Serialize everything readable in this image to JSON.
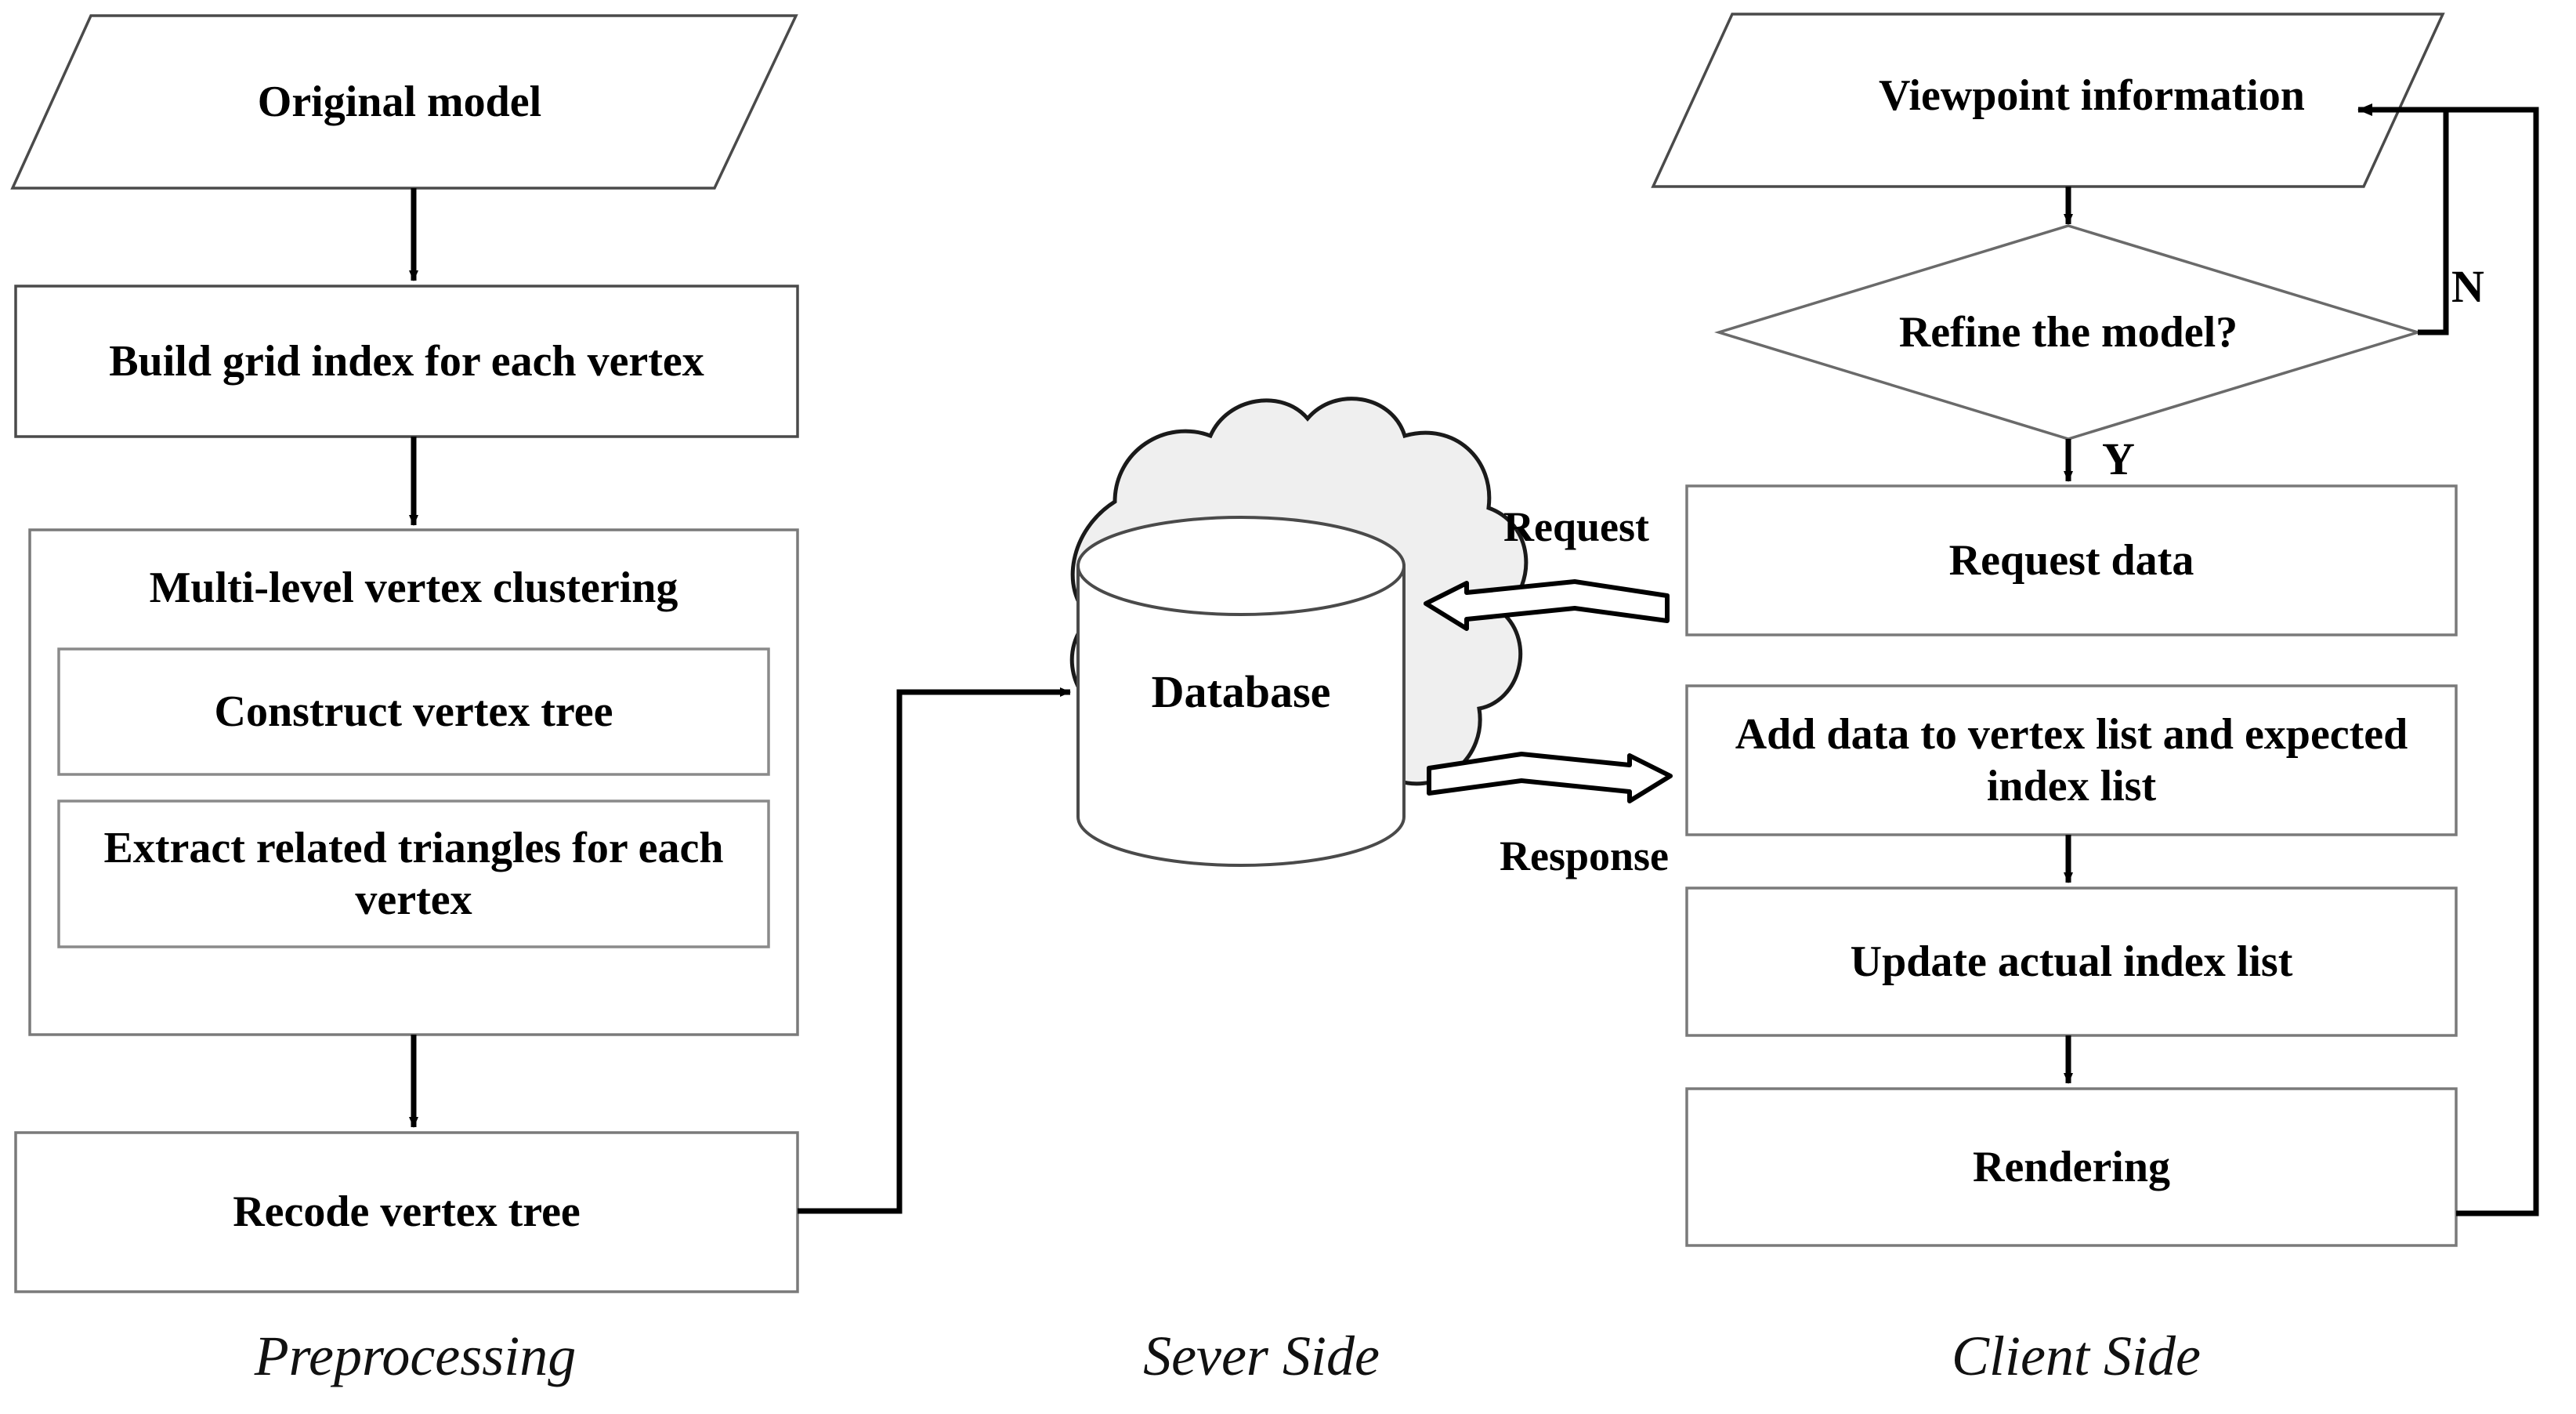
{
  "diagram": {
    "title": "Client-server progressive mesh transmission flowchart",
    "background": "#ffffff",
    "stroke_color": "#3f3f3f",
    "fill_white": "#ffffff",
    "cloud_fill": "#efefef",
    "arrow_color": "#000000"
  },
  "preprocessing": {
    "label": "Preprocessing",
    "nodes": {
      "original_model": "Original model",
      "build_grid_index": "Build grid index for each vertex",
      "multi_level_clustering": "Multi-level vertex clustering",
      "construct_vertex_tree": "Construct vertex tree",
      "extract_triangles": "Extract related triangles for each vertex",
      "recode_vertex_tree": "Recode vertex tree"
    }
  },
  "server": {
    "label": "Sever Side",
    "nodes": {
      "database": "Database"
    }
  },
  "client": {
    "label": "Client Side",
    "nodes": {
      "viewpoint_information": "Viewpoint information",
      "refine_decision": "Refine the model?",
      "request_data": "Request data",
      "add_data": "Add data to vertex list and expected index list",
      "update_index": "Update actual index list",
      "rendering": "Rendering"
    }
  },
  "edge_labels": {
    "request": "Request",
    "response": "Response",
    "decision_yes": "Y",
    "decision_no": "N"
  }
}
